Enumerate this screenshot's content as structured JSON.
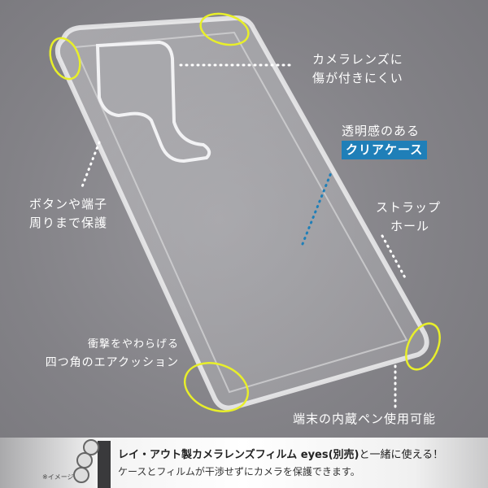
{
  "callouts": {
    "camera": [
      "カメラレンズに",
      "傷が付きにくい"
    ],
    "clear": {
      "line1": "透明感のある",
      "badge": "クリアケース"
    },
    "buttons": [
      "ボタンや端子",
      "周りまで保護"
    ],
    "strap": [
      "ストラップ",
      "ホール"
    ],
    "corners": [
      "衝撃をやわらげる",
      "四つ角のエアクッション"
    ],
    "pen": "端末の内蔵ペン使用可能"
  },
  "footer": {
    "headline": "レイ・アウト製カメラレンズフィルム eyes(別売)",
    "headline_tail": "と一緒に使える！",
    "subline": "ケースとフィルムが干渉せずにカメラを保護できます。",
    "image_note": "※イメージ"
  },
  "colors": {
    "highlight_ring": "#e8ef2a",
    "badge": "#1f7fb8",
    "background": "#838287"
  }
}
